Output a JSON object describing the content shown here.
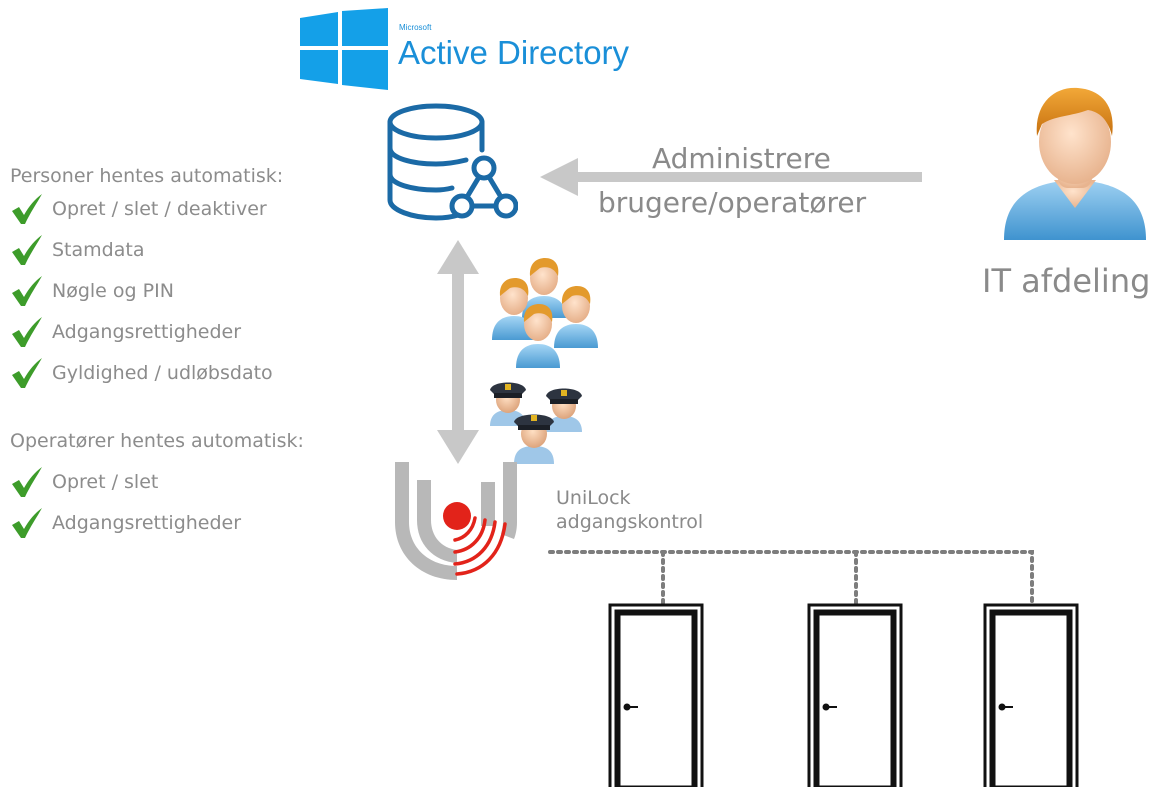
{
  "logo": {
    "brand": "Microsoft",
    "product": "Active Directory",
    "color": "#1a8fd8"
  },
  "persons_section": {
    "title": "Personer hentes automatisk:",
    "items": [
      {
        "label": "Opret / slet / deaktiver",
        "icon": "checkmark-icon"
      },
      {
        "label": "Stamdata",
        "icon": "checkmark-icon"
      },
      {
        "label": "Nøgle og PIN",
        "icon": "checkmark-icon"
      },
      {
        "label": "Adgangsrettigheder",
        "icon": "checkmark-icon"
      },
      {
        "label": "Gyldighed / udløbsdato",
        "icon": "checkmark-icon"
      }
    ]
  },
  "operators_section": {
    "title": "Operatører hentes automatisk:",
    "items": [
      {
        "label": "Opret / slet",
        "icon": "checkmark-icon"
      },
      {
        "label": "Adgangsrettigheder",
        "icon": "checkmark-icon"
      }
    ]
  },
  "admin_arrow": {
    "line1": "Administrere",
    "line2": "brugere/operatører"
  },
  "it_department": {
    "label": "IT afdeling",
    "icon": "user-avatar-icon"
  },
  "unilock": {
    "line1": "UniLock",
    "line2": "adgangskontrol",
    "icon": "unilock-logo-icon"
  },
  "icons": {
    "database": "database-network-icon",
    "users": "user-group-icon",
    "operators": "guard-group-icon",
    "door": "door-icon"
  },
  "colors": {
    "check_green": "#3d9c2a",
    "arrow_grey": "#c8c8c8",
    "accent_red": "#e2231a",
    "db_blue": "#1b6aa6"
  }
}
